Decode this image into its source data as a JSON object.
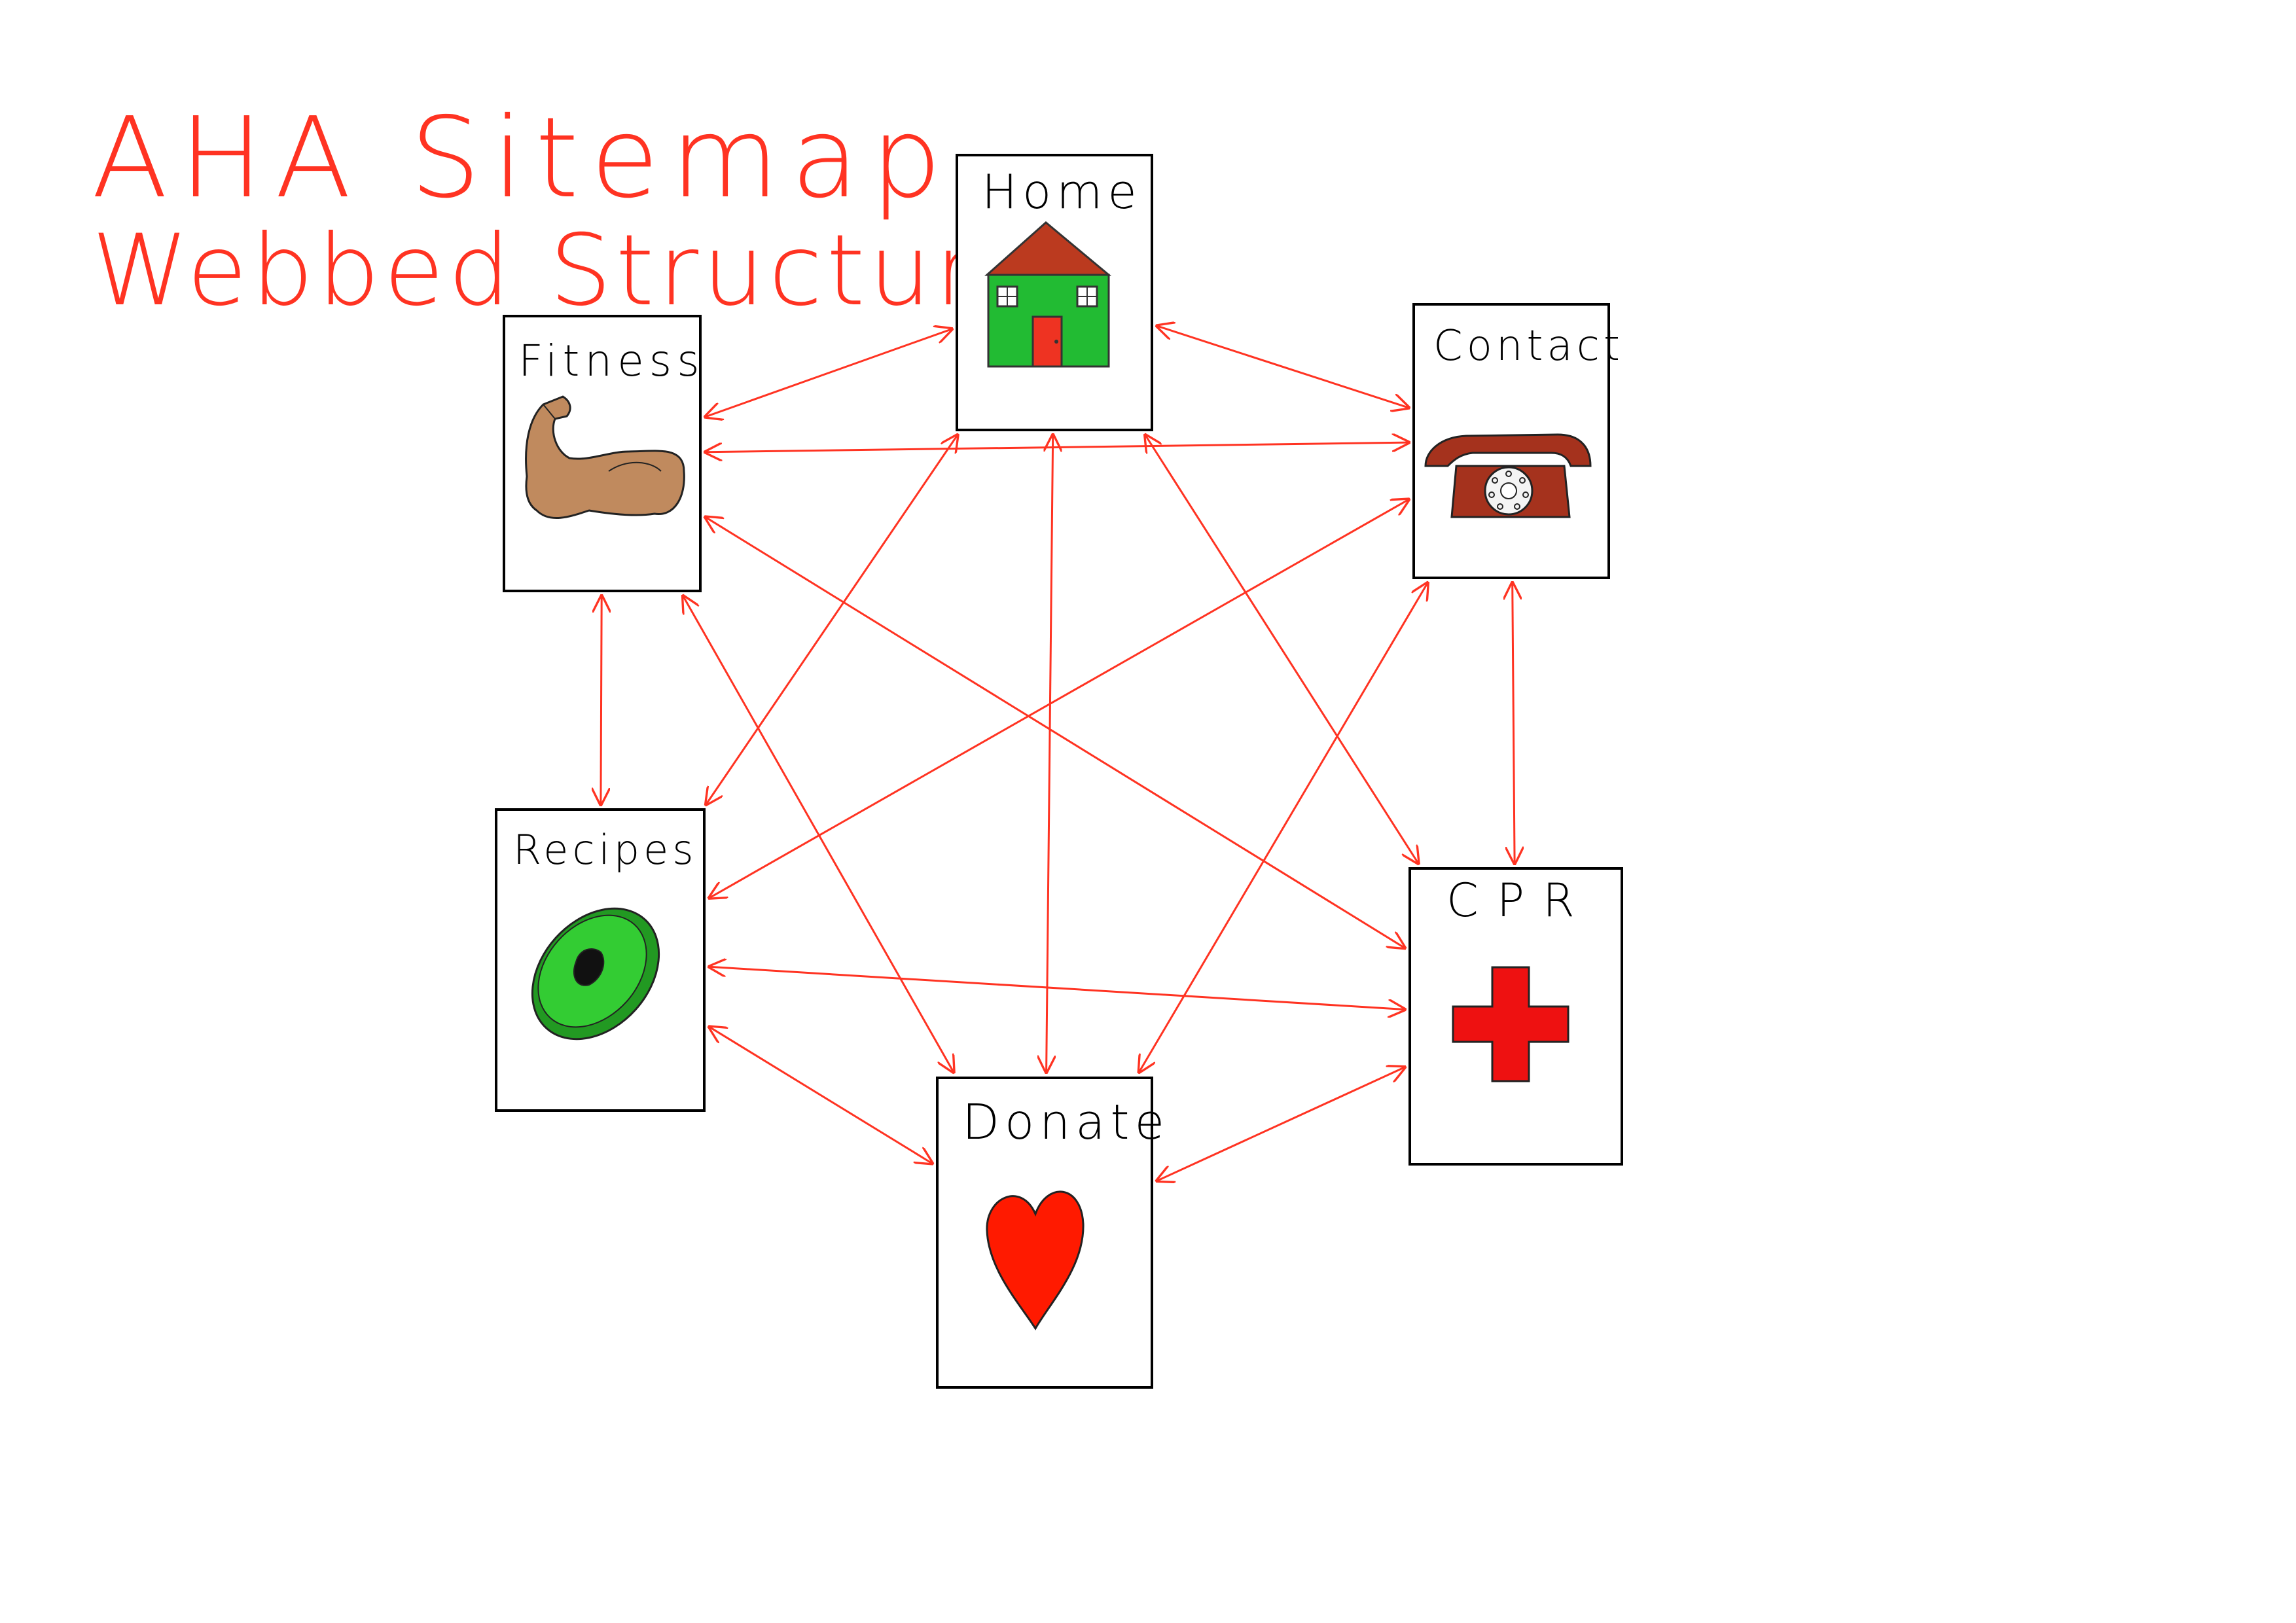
{
  "title": {
    "line1": "AHA Sitemap",
    "line2": "Webbed Structure"
  },
  "colors": {
    "accent": "#ff3322",
    "box_border": "#000000",
    "house_wall": "#22bb33",
    "house_roof": "#bb3a1f",
    "house_door": "#ee3322",
    "arm": "#c08a5e",
    "phone": "#a5321d",
    "avocado_outer": "#229922",
    "avocado_inner": "#33cc33",
    "cross": "#ee1111",
    "heart": "#ff1a00"
  },
  "nodes": [
    {
      "id": "home",
      "label": "Home",
      "icon": "house-icon"
    },
    {
      "id": "fitness",
      "label": "Fitness",
      "icon": "flexed-arm-icon"
    },
    {
      "id": "contact",
      "label": "Contact",
      "icon": "telephone-icon"
    },
    {
      "id": "recipes",
      "label": "Recipes",
      "icon": "avocado-icon"
    },
    {
      "id": "cpr",
      "label": "CPR",
      "icon": "medical-cross-icon"
    },
    {
      "id": "donate",
      "label": "Donate",
      "icon": "heart-icon"
    }
  ],
  "links": [
    {
      "from": "home",
      "to": "fitness"
    },
    {
      "from": "home",
      "to": "contact"
    },
    {
      "from": "home",
      "to": "recipes"
    },
    {
      "from": "home",
      "to": "cpr"
    },
    {
      "from": "home",
      "to": "donate"
    },
    {
      "from": "fitness",
      "to": "contact"
    },
    {
      "from": "fitness",
      "to": "recipes"
    },
    {
      "from": "fitness",
      "to": "cpr"
    },
    {
      "from": "fitness",
      "to": "donate"
    },
    {
      "from": "contact",
      "to": "recipes"
    },
    {
      "from": "contact",
      "to": "cpr"
    },
    {
      "from": "contact",
      "to": "donate"
    },
    {
      "from": "recipes",
      "to": "cpr"
    },
    {
      "from": "recipes",
      "to": "donate"
    },
    {
      "from": "cpr",
      "to": "donate"
    }
  ]
}
